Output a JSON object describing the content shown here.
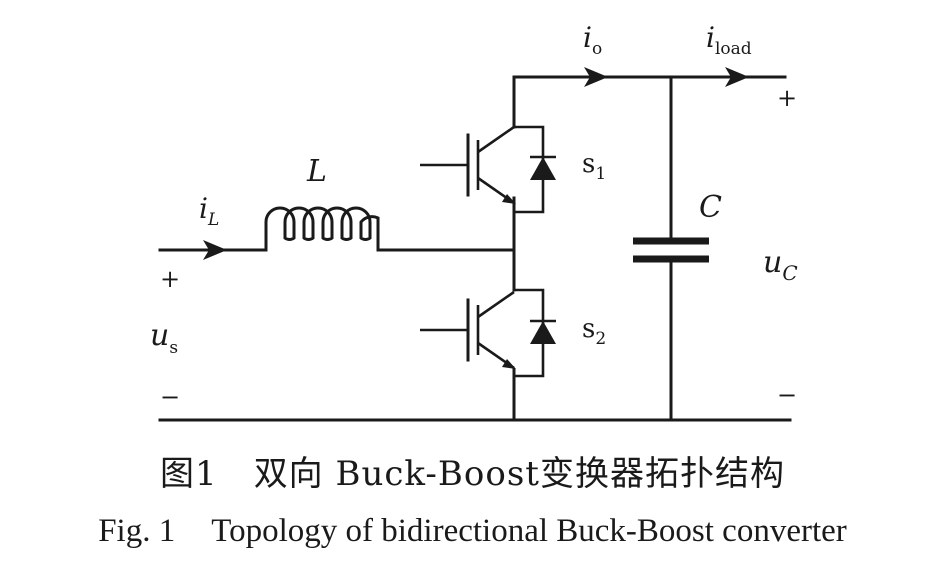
{
  "diagram": {
    "labels": {
      "inductor": "L",
      "capacitor": "C",
      "switch_upper": "s",
      "switch_upper_sub": "1",
      "switch_lower": "s",
      "switch_lower_sub": "2",
      "current_inductor": "i",
      "current_inductor_sub": "L",
      "current_output": "i",
      "current_output_sub": "o",
      "current_load": "i",
      "current_load_sub": "load",
      "voltage_source": "u",
      "voltage_source_sub": "s",
      "voltage_cap": "u",
      "voltage_cap_sub": "C",
      "plus_left": "+",
      "minus_left": "−",
      "plus_right": "+",
      "minus_right": "−"
    },
    "captions": {
      "cn_fig": "图1",
      "cn_title": "双向 Buck-Boost变换器拓扑结构",
      "en_fig": "Fig. 1",
      "en_title": "Topology of bidirectional Buck-Boost converter"
    }
  }
}
